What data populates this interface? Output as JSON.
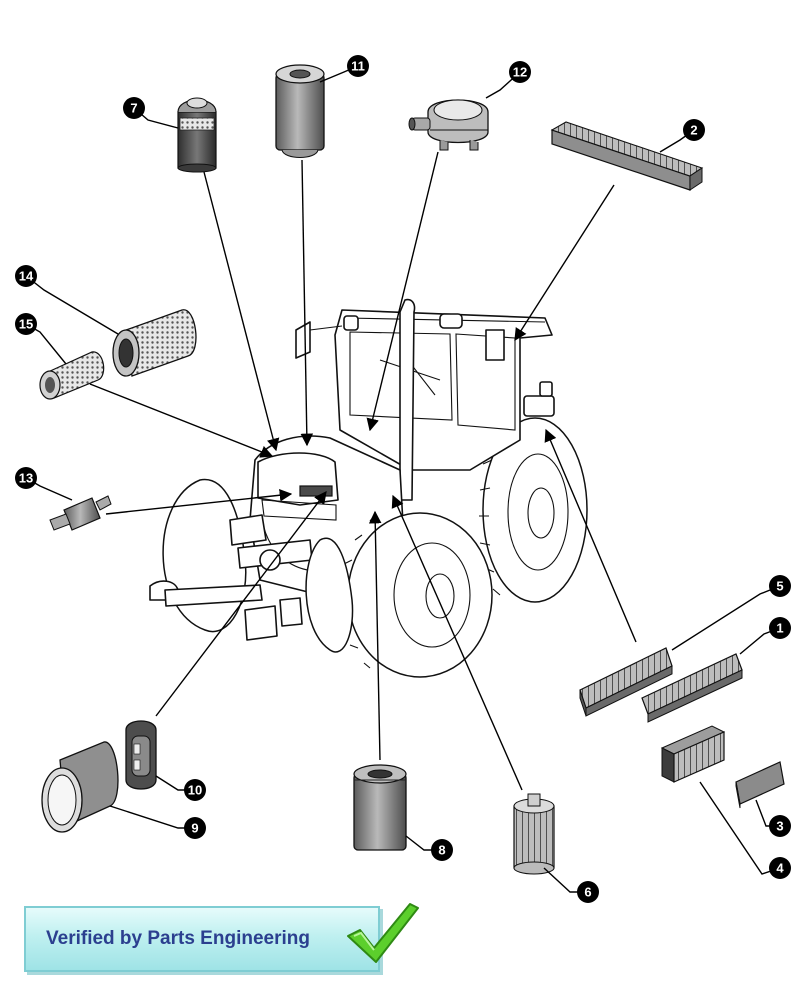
{
  "callouts": [
    {
      "id": "1",
      "label": "1"
    },
    {
      "id": "2",
      "label": "2"
    },
    {
      "id": "3",
      "label": "3"
    },
    {
      "id": "4",
      "label": "4"
    },
    {
      "id": "5",
      "label": "5"
    },
    {
      "id": "6",
      "label": "6"
    },
    {
      "id": "7",
      "label": "7"
    },
    {
      "id": "8",
      "label": "8"
    },
    {
      "id": "9",
      "label": "9"
    },
    {
      "id": "10",
      "label": "10"
    },
    {
      "id": "11",
      "label": "11"
    },
    {
      "id": "12",
      "label": "12"
    },
    {
      "id": "13",
      "label": "13"
    },
    {
      "id": "14",
      "label": "14"
    },
    {
      "id": "15",
      "label": "15"
    }
  ],
  "banner": {
    "text": "Verified by Parts Engineering"
  },
  "colors": {
    "banner_bg": "#bff0f0",
    "banner_text": "#2b3f8f",
    "check_mark": "#5ccf2c",
    "callout_fill": "#000000"
  },
  "icons": {
    "banner_check": "check-mark-icon"
  }
}
